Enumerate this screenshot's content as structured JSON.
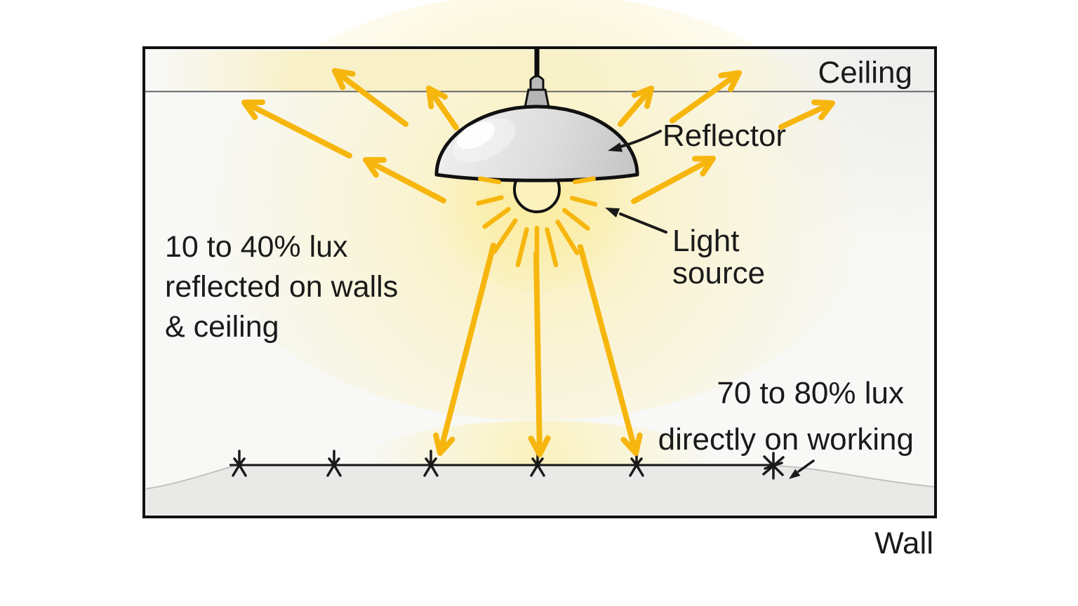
{
  "labels": {
    "ceiling": "Ceiling",
    "wall": "Wall",
    "reflector": "Reflector",
    "light_source": [
      "Light",
      "source"
    ],
    "reflected": [
      "10 to 40% lux",
      "reflected on walls",
      "& ceiling"
    ],
    "direct": [
      "70 to 80% lux",
      "directly on working"
    ]
  },
  "colors": {
    "ray": "#F7B60D",
    "ink": "#1A1A1A",
    "glow": "#FBF0B8",
    "dome": "#DCDCDC",
    "floor": "#E9E9E7",
    "room": "#F8F8F6"
  }
}
